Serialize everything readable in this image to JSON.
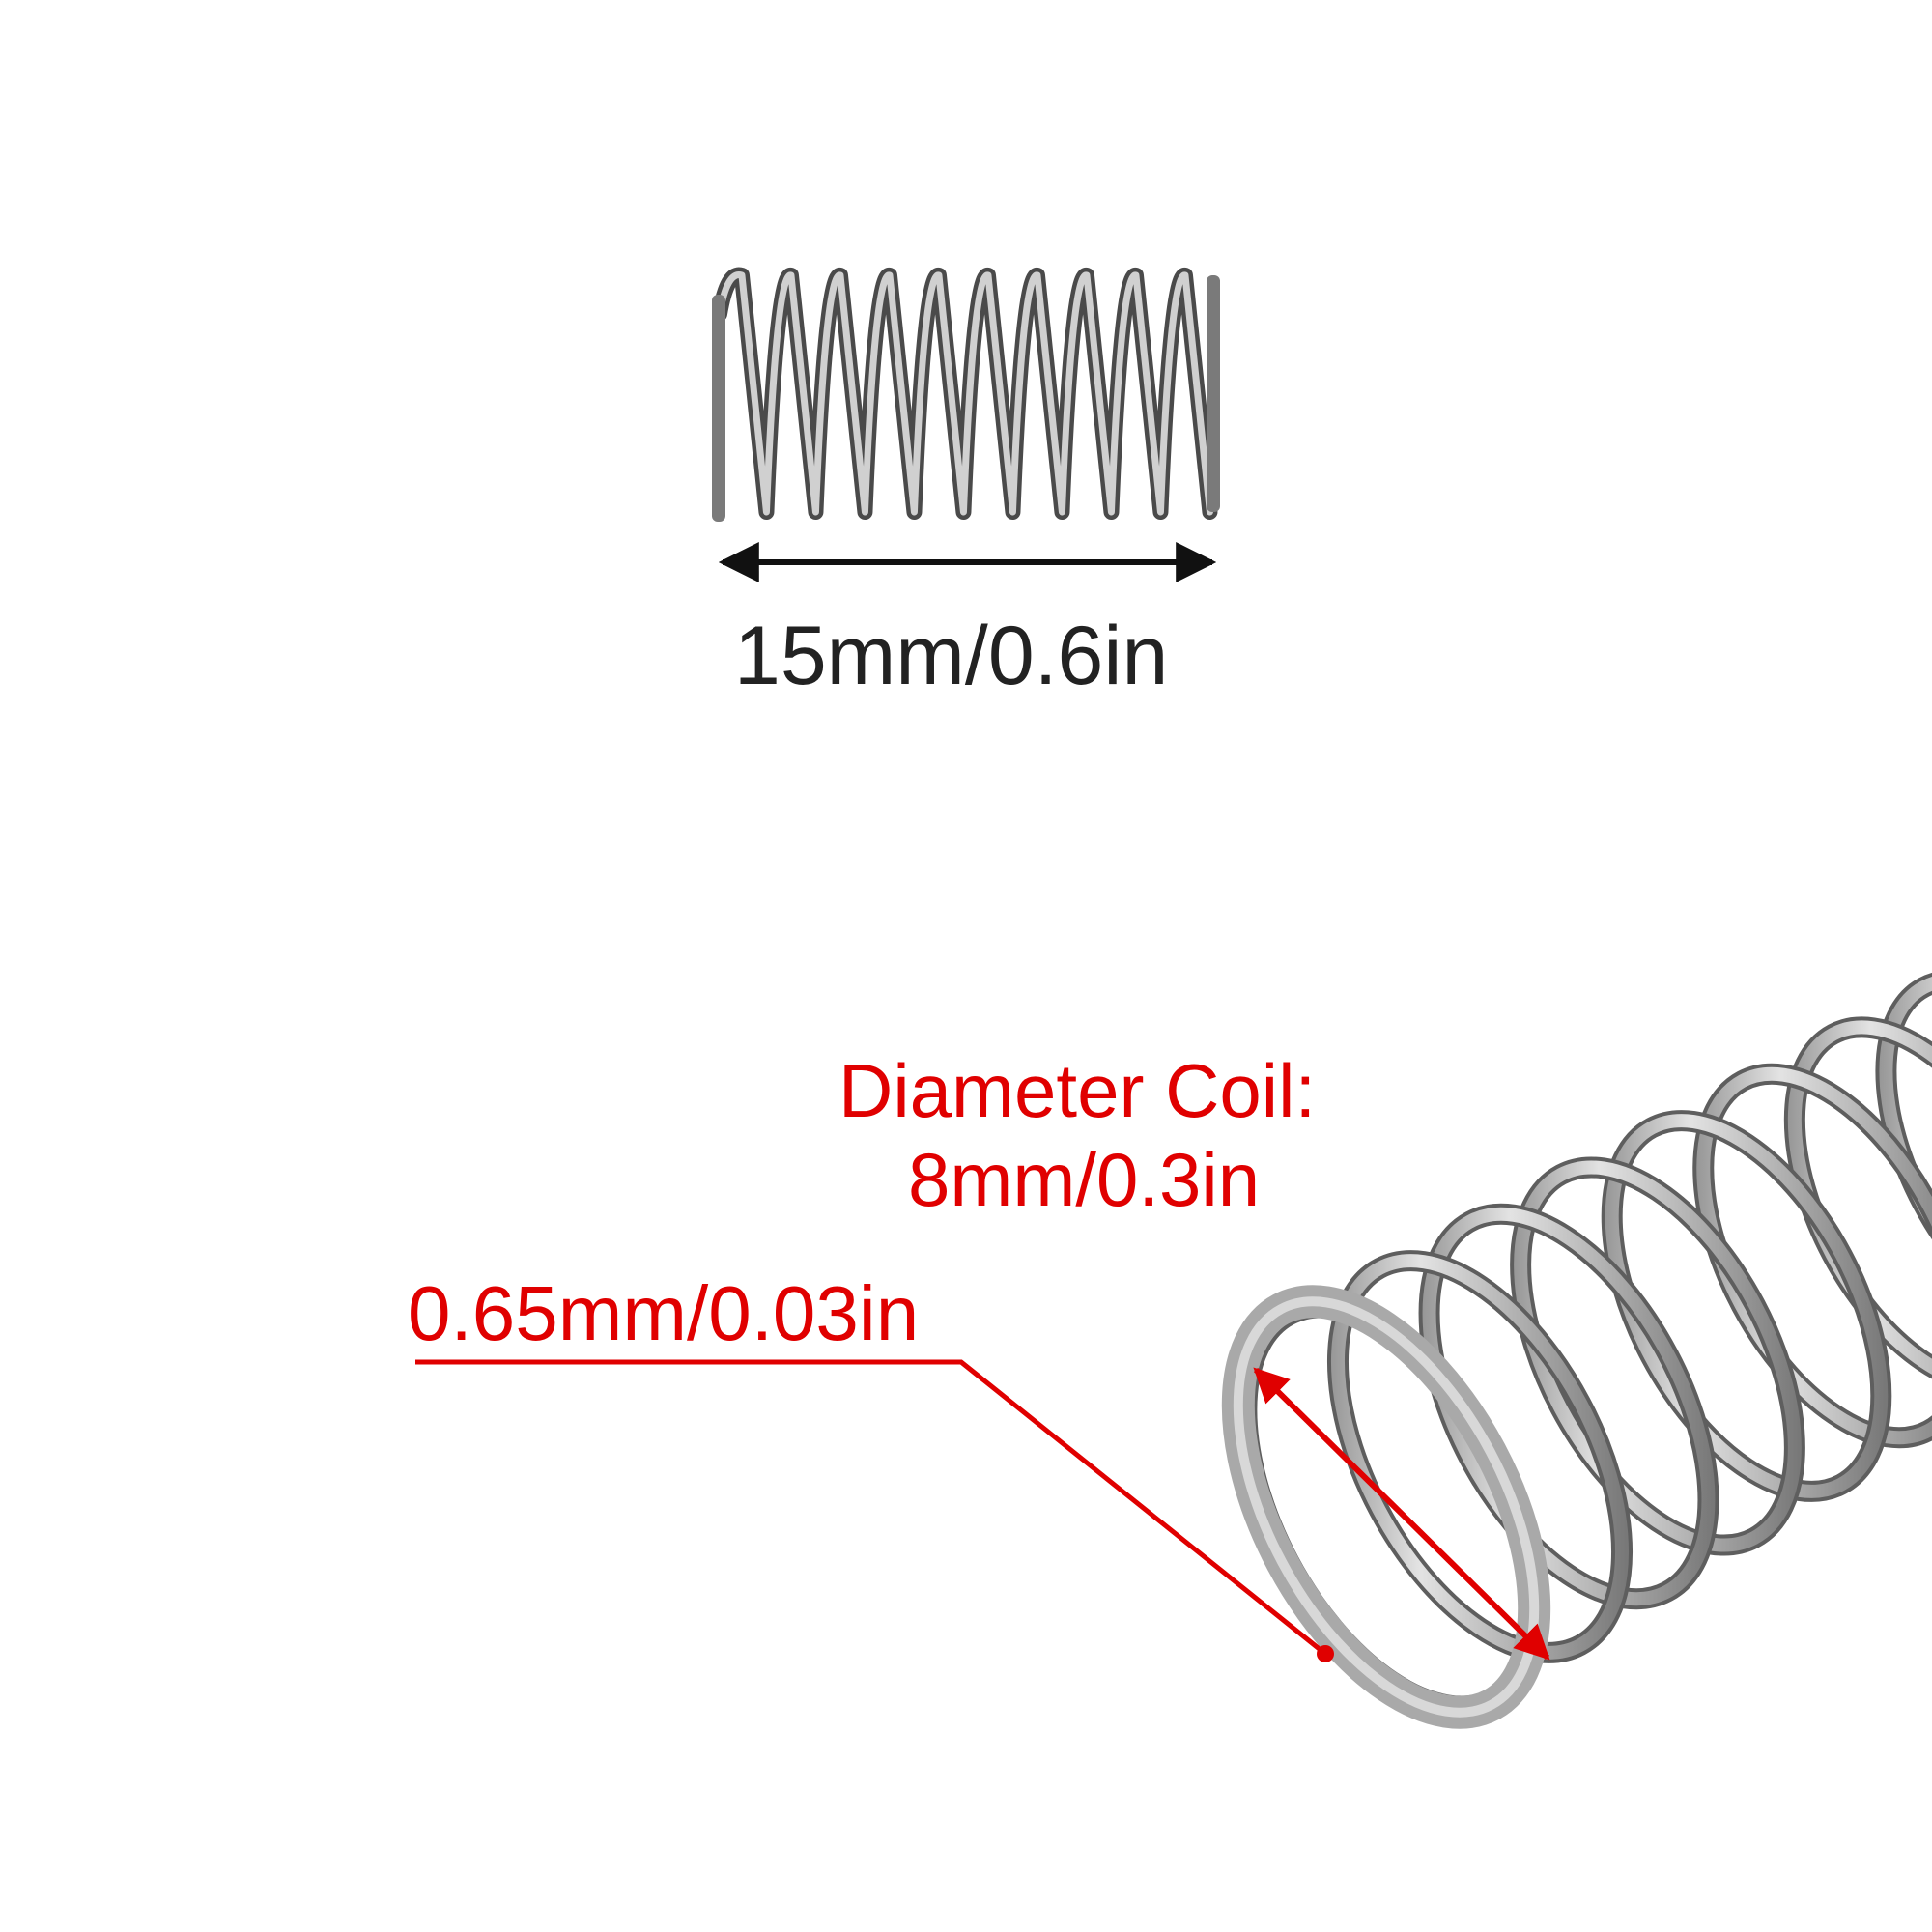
{
  "annotations": {
    "free_length": "15mm/0.6in",
    "coil_diameter_title": "Diameter Coil:",
    "coil_diameter_value": "8mm/0.3in",
    "wire_diameter": "0.65mm/0.03in"
  },
  "colors": {
    "background": "#ffffff",
    "text_dark": "#222222",
    "annotation_red": "#e00000",
    "spring_steel": "#8e8e8e",
    "spring_highlight": "#d9d9d9",
    "spring_shadow": "#4a4a4a"
  },
  "product": {
    "icon_top": "compression-spring-side-view",
    "icon_bottom": "compression-spring-closeup"
  }
}
